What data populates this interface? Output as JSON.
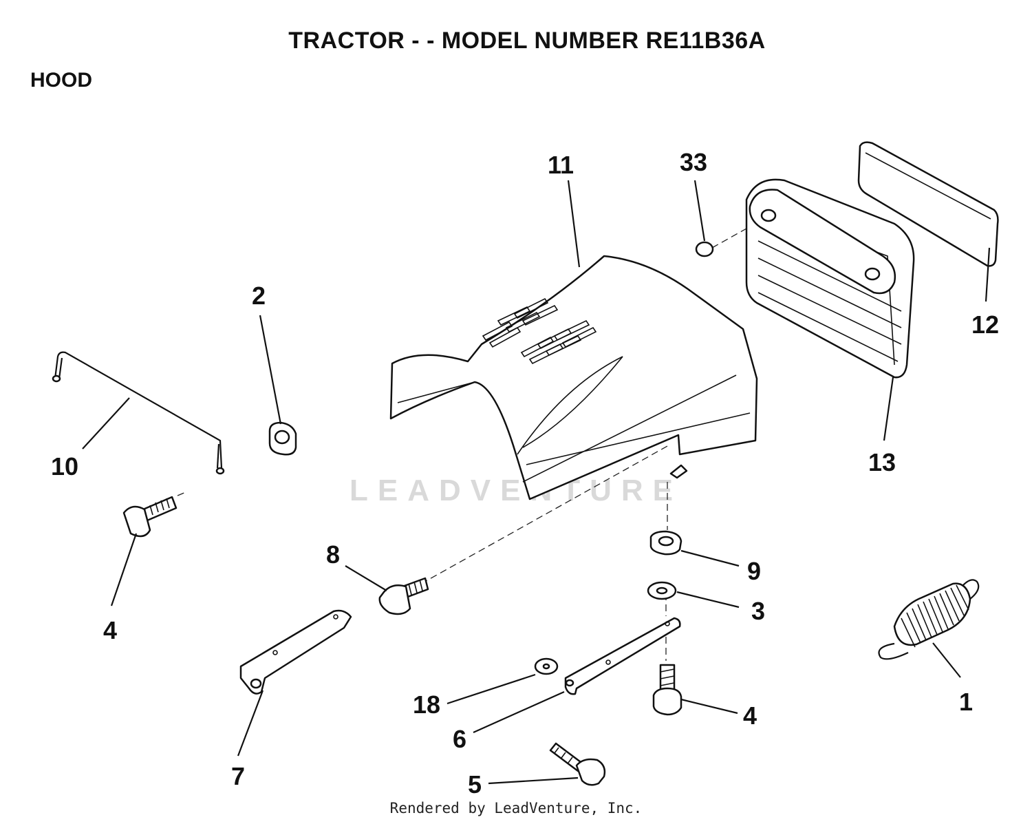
{
  "title": "TRACTOR - - MODEL NUMBER RE11B36A",
  "section": "HOOD",
  "watermark": "LEADVENTURE",
  "footer": "Rendered by LeadVenture, Inc.",
  "callouts": {
    "p1": "1",
    "p2": "2",
    "p3": "3",
    "p4a": "4",
    "p4b": "4",
    "p5": "5",
    "p6": "6",
    "p7": "7",
    "p8": "8",
    "p9": "9",
    "p10": "10",
    "p11": "11",
    "p12": "12",
    "p13": "13",
    "p18": "18",
    "p33": "33"
  }
}
